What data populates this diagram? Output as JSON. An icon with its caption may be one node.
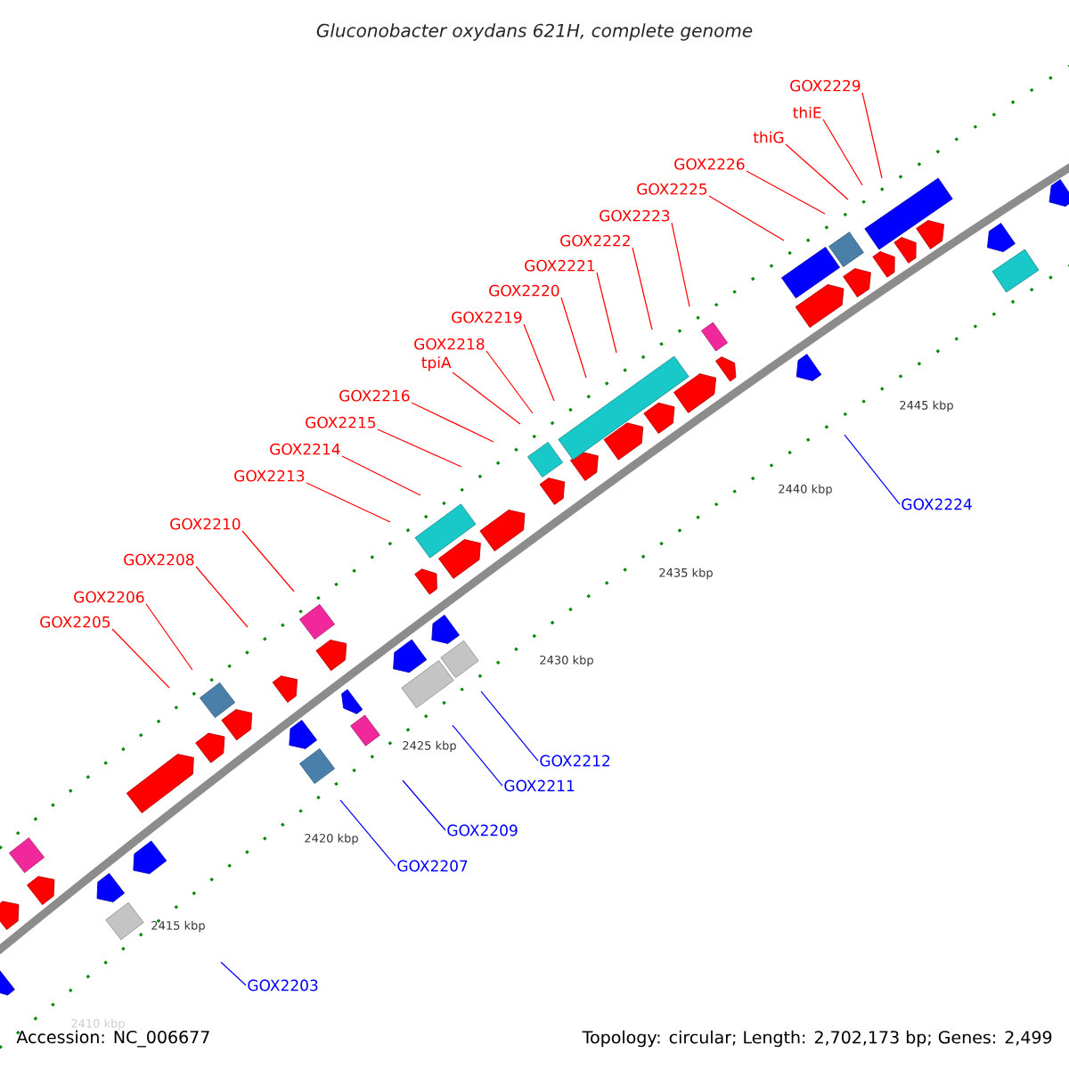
{
  "diagram": {
    "title": "Gluconobacter oxydans 621H, complete genome",
    "nodes": [
      {
        "text": [
          "GOX2229"
        ]
      },
      {
        "text": [
          "thiE"
        ]
      },
      {
        "text": [
          "thiG"
        ]
      },
      {
        "text": [
          "GOX2226"
        ]
      },
      {
        "text": [
          "GOX2225"
        ]
      },
      {
        "text": [
          "GOX2223"
        ]
      },
      {
        "text": [
          "GOX2222"
        ]
      },
      {
        "text": [
          "GOX2221"
        ]
      },
      {
        "text": [
          "GOX2220"
        ]
      },
      {
        "text": [
          "GOX2219"
        ]
      },
      {
        "text": [
          "GOX2218"
        ]
      },
      {
        "text": [
          "tpiA"
        ]
      },
      {
        "text": [
          "GOX2216"
        ]
      },
      {
        "text": [
          "GOX2215"
        ]
      },
      {
        "text": [
          "GOX2214"
        ]
      },
      {
        "text": [
          "GOX2213"
        ]
      },
      {
        "text": [
          "GOX2210"
        ]
      },
      {
        "text": [
          "GOX2208"
        ]
      },
      {
        "text": [
          "GOX2206"
        ]
      },
      {
        "text": [
          "GOX2205"
        ]
      },
      {
        "text": [
          "GOX2224"
        ]
      },
      {
        "text": [
          "GOX2212"
        ]
      },
      {
        "text": [
          "GOX2211"
        ]
      },
      {
        "text": [
          "GOX2209"
        ]
      },
      {
        "text": [
          "GOX2207"
        ]
      },
      {
        "text": [
          "GOX2203"
        ]
      }
    ],
    "edges": [
      {
        "from": 0,
        "to": null,
        "arrow": "none"
      },
      {
        "from": 1,
        "to": null,
        "arrow": "none"
      },
      {
        "from": 2,
        "to": null,
        "arrow": "none"
      },
      {
        "from": 3,
        "to": null,
        "arrow": "none"
      },
      {
        "from": 4,
        "to": null,
        "arrow": "none"
      },
      {
        "from": 5,
        "to": null,
        "arrow": "none"
      },
      {
        "from": 6,
        "to": null,
        "arrow": "none"
      },
      {
        "from": 7,
        "to": null,
        "arrow": "none"
      },
      {
        "from": 8,
        "to": null,
        "arrow": "none"
      },
      {
        "from": 9,
        "to": null,
        "arrow": "none"
      },
      {
        "from": 10,
        "to": null,
        "arrow": "none"
      },
      {
        "from": 11,
        "to": null,
        "arrow": "none"
      },
      {
        "from": 12,
        "to": null,
        "arrow": "none"
      },
      {
        "from": 13,
        "to": null,
        "arrow": "none"
      },
      {
        "from": 14,
        "to": null,
        "arrow": "none"
      },
      {
        "from": 15,
        "to": null,
        "arrow": "none"
      },
      {
        "from": 16,
        "to": null,
        "arrow": "none"
      },
      {
        "from": 17,
        "to": null,
        "arrow": "none"
      },
      {
        "from": 18,
        "to": null,
        "arrow": "none"
      },
      {
        "from": 19,
        "to": null,
        "arrow": "none"
      },
      {
        "from": 20,
        "to": null,
        "arrow": "none",
        "color": "#0000ff"
      },
      {
        "from": 21,
        "to": null,
        "arrow": "none",
        "color": "#0000ff"
      },
      {
        "from": 22,
        "to": null,
        "arrow": "none",
        "color": "#0000ff"
      },
      {
        "from": 23,
        "to": null,
        "arrow": "none",
        "color": "#0000ff"
      },
      {
        "from": 24,
        "to": null,
        "arrow": "none",
        "color": "#0000ff"
      },
      {
        "from": 25,
        "to": null,
        "arrow": "none",
        "color": "#0000ff"
      }
    ],
    "labels": [
      "2445 kbp",
      "2440 kbp",
      "2435 kbp",
      "2430 kbp",
      "2425 kbp",
      "2420 kbp",
      "2415 kbp",
      "2410 kbp",
      "Accession: NC_006677",
      "Topology: circular; Length: 2,702,173 bp; Genes: 2,499"
    ]
  }
}
